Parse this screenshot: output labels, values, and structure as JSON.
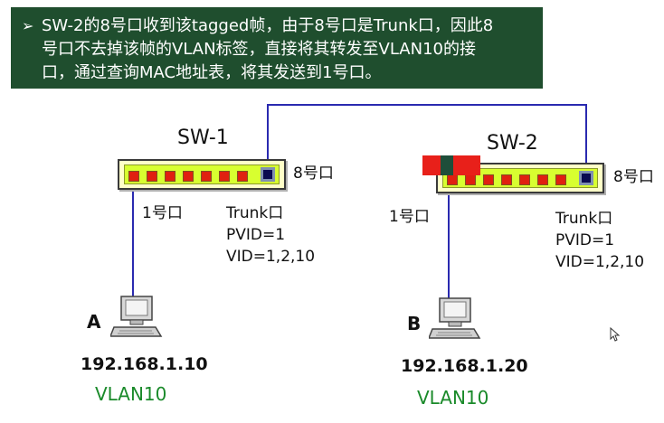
{
  "banner": {
    "bullet": "➢",
    "line1": "SW-2的8号口收到该tagged帧，由于8号口是Trunk口，因此8",
    "line2": "号口不去掉该帧的VLAN标签，直接将其转发至VLAN10的接",
    "line3": "口，通过查询MAC地址表，将其发送到1号口。"
  },
  "sw1": {
    "name": "SW-1",
    "port1_label": "1号口",
    "port8_label": "8号口",
    "trunk": {
      "line1": "Trunk口",
      "line2": "PVID=1",
      "line3": "VID=1,2,10"
    }
  },
  "sw2": {
    "name": "SW-2",
    "port1_label": "1号口",
    "port8_label": "8号口",
    "trunk": {
      "line1": "Trunk口",
      "line2": "PVID=1",
      "line3": "VID=1,2,10"
    }
  },
  "hostA": {
    "letter": "A",
    "ip": "192.168.1.10",
    "vlan": "VLAN10"
  },
  "hostB": {
    "letter": "B",
    "ip": "192.168.1.20",
    "vlan": "VLAN10"
  },
  "colors": {
    "banner_bg": "#1f4e2e",
    "wire": "#2a2ab0",
    "port": "#e02010",
    "trunk_port": "#0a0a50",
    "vlan_text": "#1a8a2a",
    "frame_tag": "#e8201a"
  }
}
